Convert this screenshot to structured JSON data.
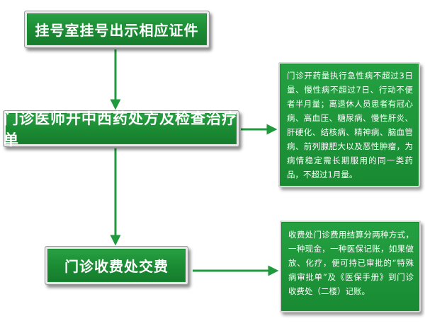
{
  "steps": {
    "registration": "挂号室挂号出示相应证件",
    "doctor": "门诊医师开中西药处方及检查治疗单",
    "payment": "门诊收费处交费"
  },
  "notes": {
    "prescription": "门诊开药量执行急性病不超过3日量、慢性病不超过7日、行动不便者半月量；离退休人员患者有冠心病、高血压、糖尿病、慢性肝炎、肝硬化、结核病、精神病、脑血管病、前列腺肥大以及恶性肿瘤，为病情稳定需长期服用的同一类药品，不超过1月量。",
    "payment": "收费处门诊费用结算分两种方式，一种现金，一种医保记账，如果做放、化疗，便可持已审批的“特殊病审批单”及《医保手册》到门诊收费处（二楼）记账。"
  },
  "colors": {
    "box_green": "#1a8a33",
    "arrow_green": "#1f9a3c"
  }
}
